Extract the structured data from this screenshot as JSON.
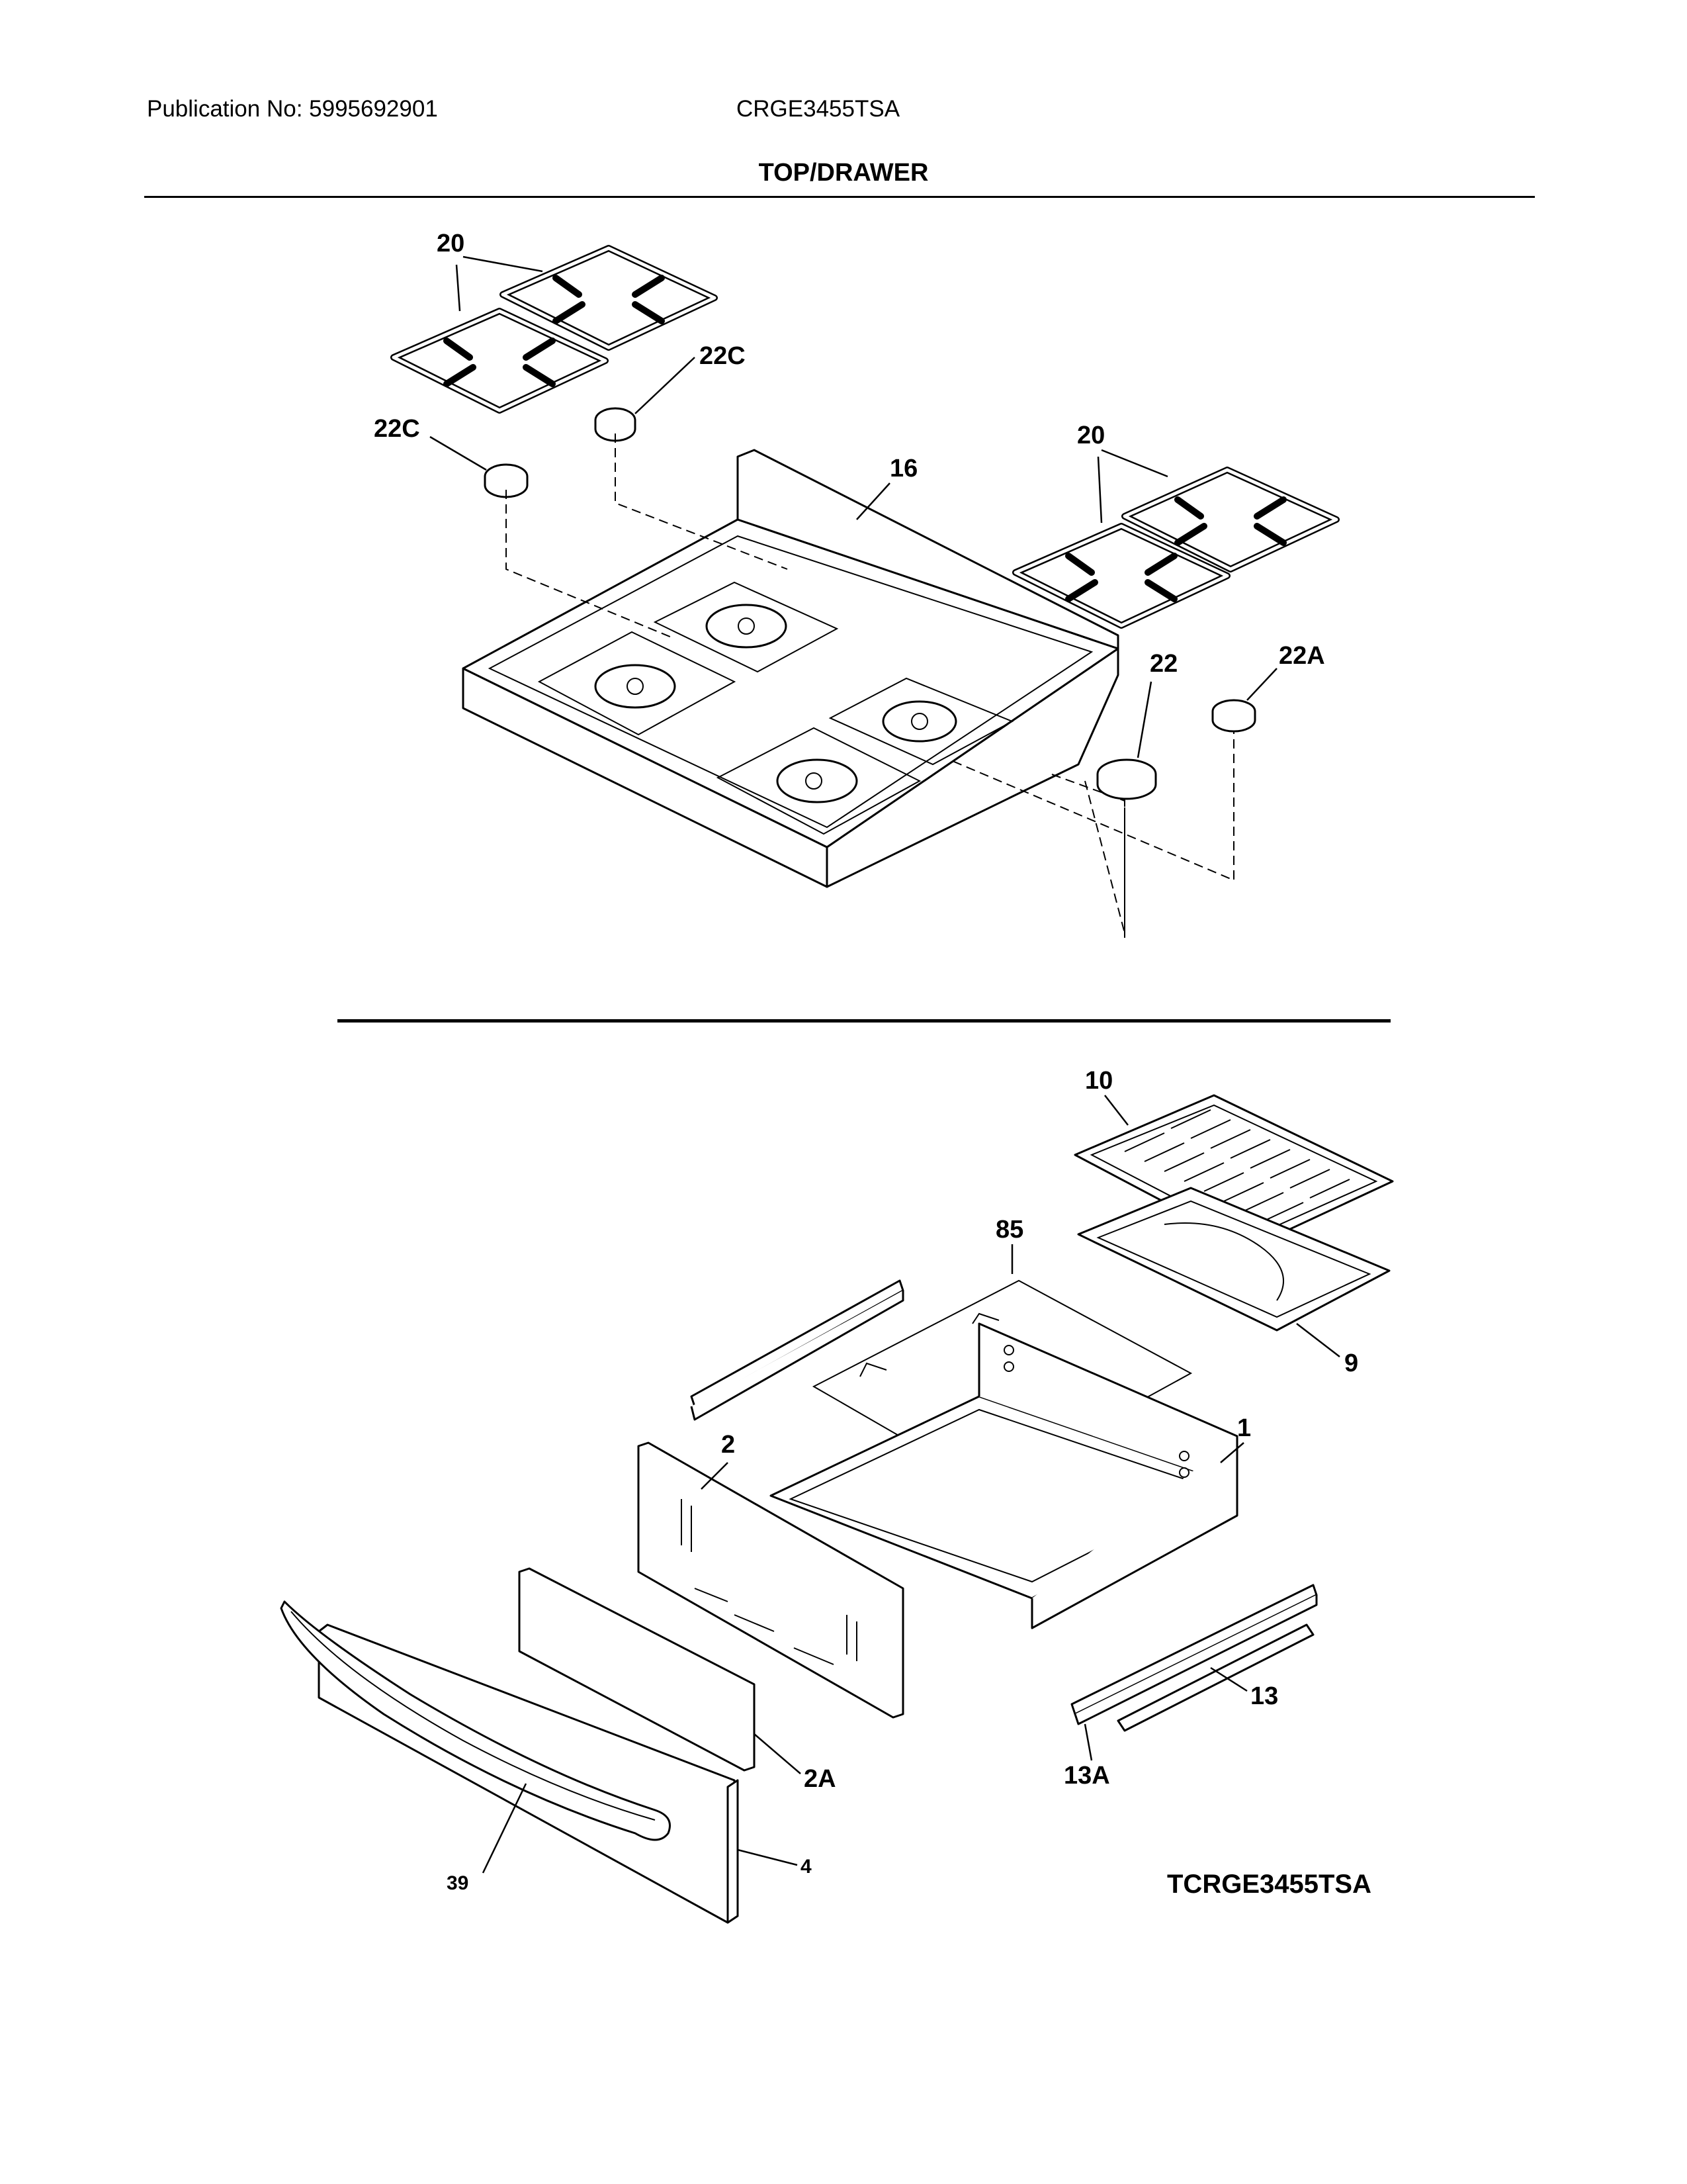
{
  "header": {
    "publication": "Publication No: 5995692901",
    "model": "CRGE3455TSA",
    "section_title": "TOP/DRAWER"
  },
  "callouts": {
    "grates_left": "20",
    "cap_left_rear": "22C",
    "cap_left_front": "22C",
    "cooktop": "16",
    "grates_right": "20",
    "cap_right_front": "22",
    "cap_right_rear": "22A",
    "broiler_grid": "10",
    "broiler_rack": "85",
    "broiler_pan": "9",
    "drawer_back": "2",
    "drawer_pan": "1",
    "drawer_liner": "2A",
    "drawer_front": "4",
    "handle": "39",
    "slide": "13",
    "slide_rail": "13A"
  },
  "diagram_id": "TCRGE3455TSA"
}
